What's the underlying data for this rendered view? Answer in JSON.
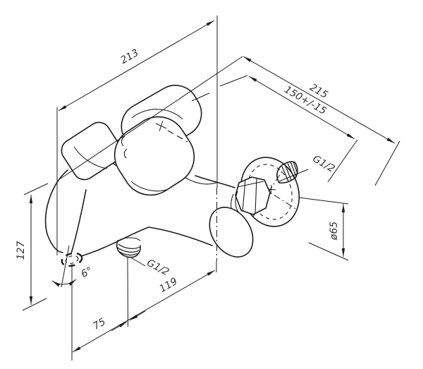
{
  "drawing": {
    "title": "bath shower mixer dimensional drawing",
    "background": "#ffffff",
    "line_color": "#1b1b1b",
    "text_color": "#333333",
    "dimensions": {
      "overall_length": {
        "label": "213",
        "units": "mm"
      },
      "wall_to_spout": {
        "label": "215",
        "units": "mm"
      },
      "connection_spacing": {
        "label": "150+/-15",
        "units": "mm"
      },
      "wall_thread": {
        "label": "G1/2"
      },
      "flange_diameter": {
        "label": "ø65",
        "units": "mm"
      },
      "height": {
        "label": "127",
        "units": "mm"
      },
      "spout_angle": {
        "label": "6°"
      },
      "shower_thread": {
        "label": "G1/2"
      },
      "body_length": {
        "label": "119",
        "units": "mm"
      },
      "spout_offset": {
        "label": "75",
        "units": "mm"
      }
    }
  }
}
